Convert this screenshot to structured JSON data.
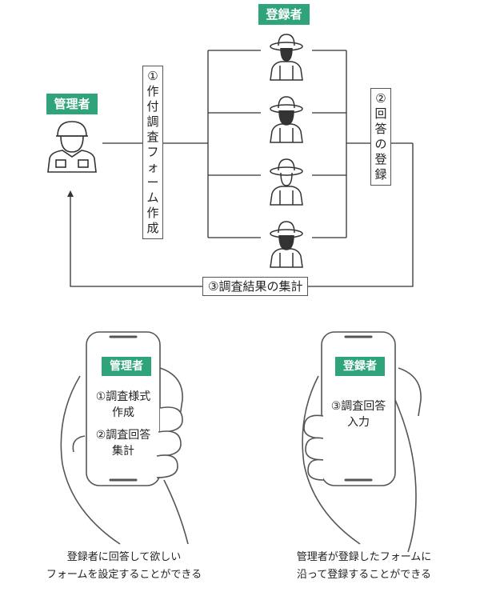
{
  "registrant_badge_top": "登録者",
  "admin_badge": "管理者",
  "step1_label": "①作付調査フォーム作成",
  "step2_label": "②回答の登録",
  "step3_label": "③調査結果の集計",
  "phone_left": {
    "badge": "管理者",
    "line1": "①調査様式",
    "line2": "作成",
    "line3": "②調査回答",
    "line4": "集計"
  },
  "phone_right": {
    "badge": "登録者",
    "line1": "③調査回答",
    "line2": "入力"
  },
  "caption_left": {
    "line1": "登録者に回答して欲しい",
    "line2": "フォームを設定することができる"
  },
  "caption_right": {
    "line1": "管理者が登録したフォームに",
    "line2": "沿って登録することができる"
  },
  "colors": {
    "accent": "#2fa37a",
    "line": "#333333"
  }
}
